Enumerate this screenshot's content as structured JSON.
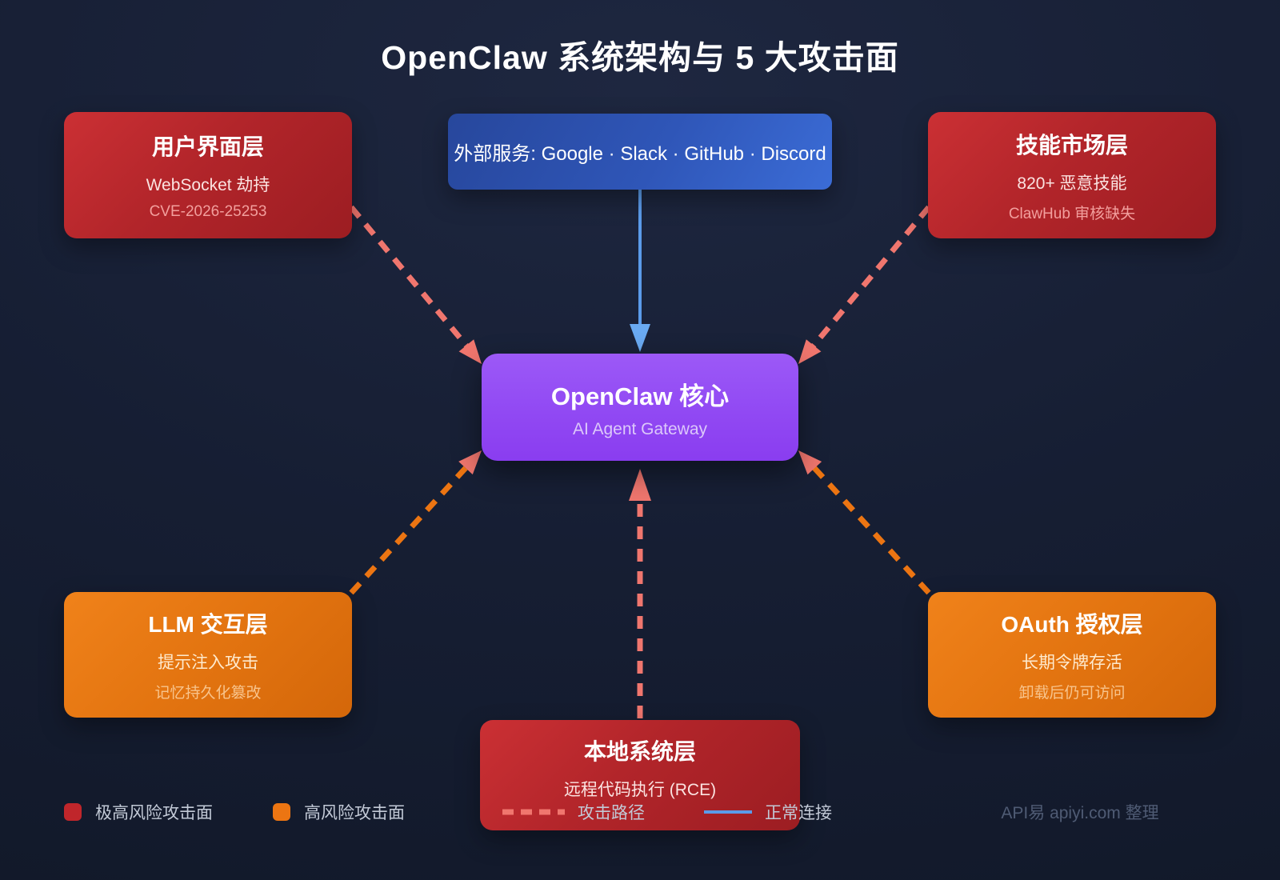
{
  "title": "OpenClaw 系统架构与 5 大攻击面",
  "colors": {
    "risk_critical": "#c0262b",
    "risk_high": "#ec7512",
    "core_purple": "#9150f4",
    "external_blue": "#3059b8",
    "attack_path_salmon": "#f0766e",
    "normal_link_blue": "#5b9be9"
  },
  "nodes": {
    "external": {
      "label": "外部服务: Google · Slack · GitHub · Discord"
    },
    "core": {
      "title": "OpenClaw 核心",
      "subtitle": "AI Agent Gateway"
    },
    "ui": {
      "title": "用户界面层",
      "line2": "WebSocket 劫持",
      "line3": "CVE-2026-25253"
    },
    "skills": {
      "title": "技能市场层",
      "line2": "820+ 恶意技能",
      "line3": "ClawHub 审核缺失"
    },
    "llm": {
      "title": "LLM 交互层",
      "line2": "提示注入攻击",
      "line3": "记忆持久化篡改"
    },
    "oauth": {
      "title": "OAuth 授权层",
      "line2": "长期令牌存活",
      "line3": "卸载后仍可访问"
    },
    "local": {
      "title": "本地系统层",
      "line2": "远程代码执行 (RCE)"
    }
  },
  "legend": {
    "critical": "极高风险攻击面",
    "high": "高风险攻击面",
    "attack_path": "攻击路径",
    "normal_conn": "正常连接"
  },
  "footer": "API易 apiyi.com 整理"
}
